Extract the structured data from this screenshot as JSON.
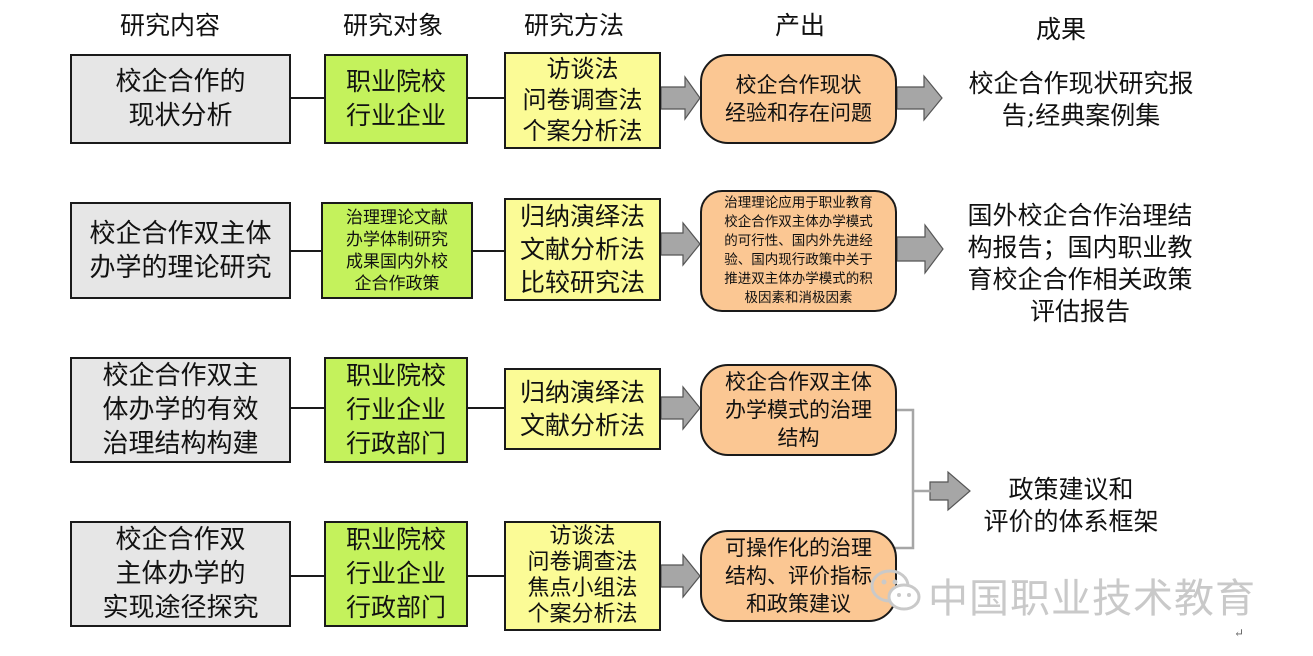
{
  "headers": [
    "研究内容",
    "研究对象",
    "研究方法",
    "产出",
    "成果"
  ],
  "rows": [
    {
      "content": [
        "校企合作的",
        "现状分析"
      ],
      "objects": [
        "职业院校",
        "行业企业"
      ],
      "methods": [
        "访谈法",
        "问卷调查法",
        "个案分析法"
      ],
      "output": [
        "校企合作现状",
        "经验和存在问题"
      ]
    },
    {
      "content": [
        "校企合作双主体",
        "办学的理论研究"
      ],
      "objects": [
        "治理理论文献",
        "办学体制研究",
        "成果国内外校",
        "企合作政策"
      ],
      "methods": [
        "归纳演绎法",
        "文献分析法",
        "比较研究法"
      ],
      "output": [
        "治理理论应用于职业教育",
        "校企合作双主体办学模式",
        "的可行性、国内外先进经",
        "验、国内现行政策中关于",
        "推进双主体办学模式的积",
        "极因素和消极因素"
      ]
    },
    {
      "content": [
        "校企合作双主",
        "体办学的有效",
        "治理结构构建"
      ],
      "objects": [
        "职业院校",
        "行业企业",
        "行政部门"
      ],
      "methods": [
        "归纳演绎法",
        "文献分析法"
      ],
      "output": [
        "校企合作双主体",
        "办学模式的治理",
        "结构"
      ]
    },
    {
      "content": [
        "校企合作双",
        "主体办学的",
        "实现途径探究"
      ],
      "objects": [
        "职业院校",
        "行业企业",
        "行政部门"
      ],
      "methods": [
        "访谈法",
        "问卷调查法",
        "焦点小组法",
        "个案分析法"
      ],
      "output": [
        "可操作化的治理",
        "结构、评价指标",
        "和政策建议"
      ]
    }
  ],
  "results": [
    [
      "校企合作现状研究报",
      "告;经典案例集"
    ],
    [
      "国外校企合作治理结",
      "构报告；国内职业教",
      "育校企合作相关政策",
      "评估报告"
    ],
    [
      "政策建议和",
      "评价的体系框架"
    ]
  ],
  "watermark": "中国职业技术教育",
  "watermark_icon": "wechat-icon",
  "colors": {
    "content_fill": "#e6e6e6",
    "object_fill": "#c4f25c",
    "method_fill": "#fbfb96",
    "output_fill": "#fbc793",
    "arrow_fill": "#a6a6a6"
  }
}
